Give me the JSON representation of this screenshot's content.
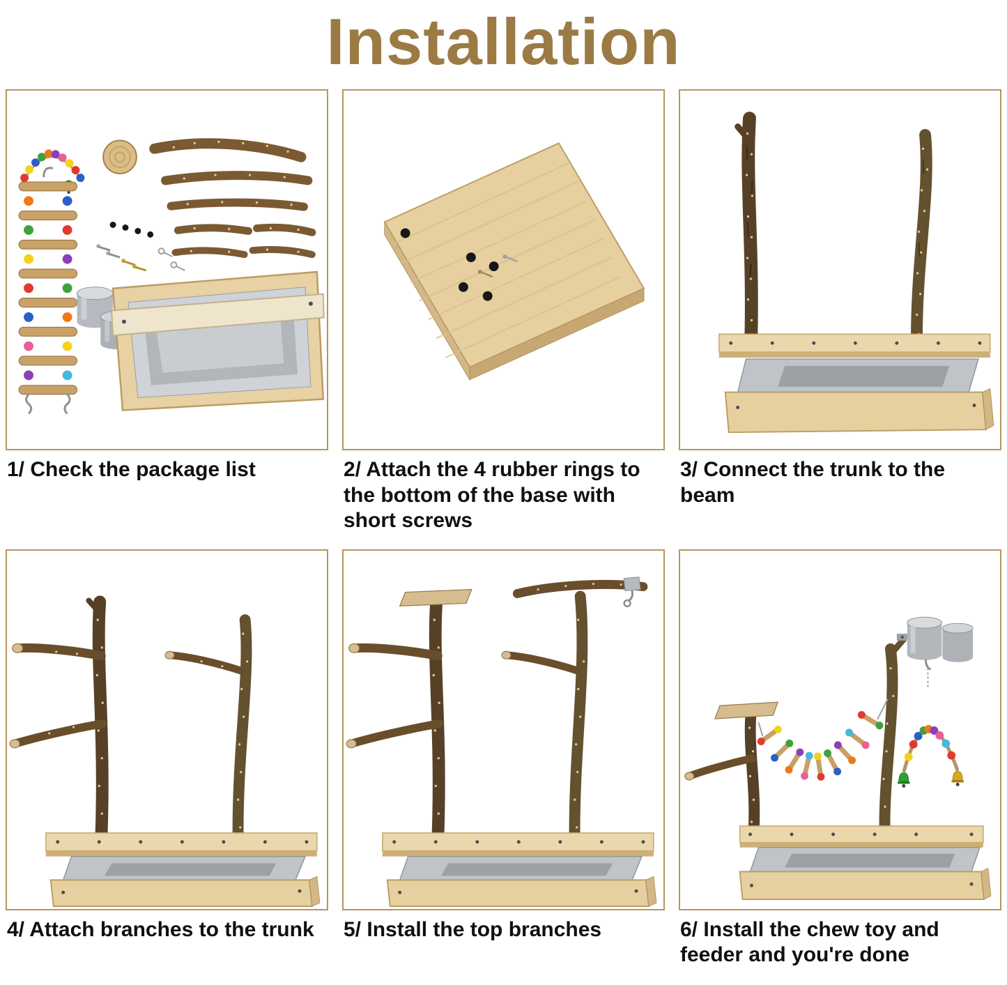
{
  "page": {
    "title": "Installation",
    "accent_color": "#9c7a44",
    "panel_border_color": "#b6955f",
    "background_color": "#ffffff"
  },
  "steps": [
    {
      "caption": "1/ Check the package list",
      "illustration": "package contents: bead ladder, bead swing, wood slice, branch perches, screws, two steel feeder cups, wood tray with steel pan and plank"
    },
    {
      "caption": "2/ Attach the 4 rubber rings to the bottom of the base with short screws",
      "illustration": "bottom of wooden base board with black rubber rings and short screws"
    },
    {
      "caption": "3/ Connect the trunk to the beam",
      "illustration": "two natural wood trunks mounted upright on the beam over the tray base"
    },
    {
      "caption": "4/ Attach branches to the trunk",
      "illustration": "side perch branches attached to both trunks"
    },
    {
      "caption": "5/ Install the top branches",
      "illustration": "flat platform on left trunk top and long perch branch across right trunk top"
    },
    {
      "caption": "6/ Install the chew toy and feeder and you're done",
      "illustration": "finished play stand with colorful bead ladder bridge, bead swing with bells and two steel feeder cups"
    }
  ]
}
